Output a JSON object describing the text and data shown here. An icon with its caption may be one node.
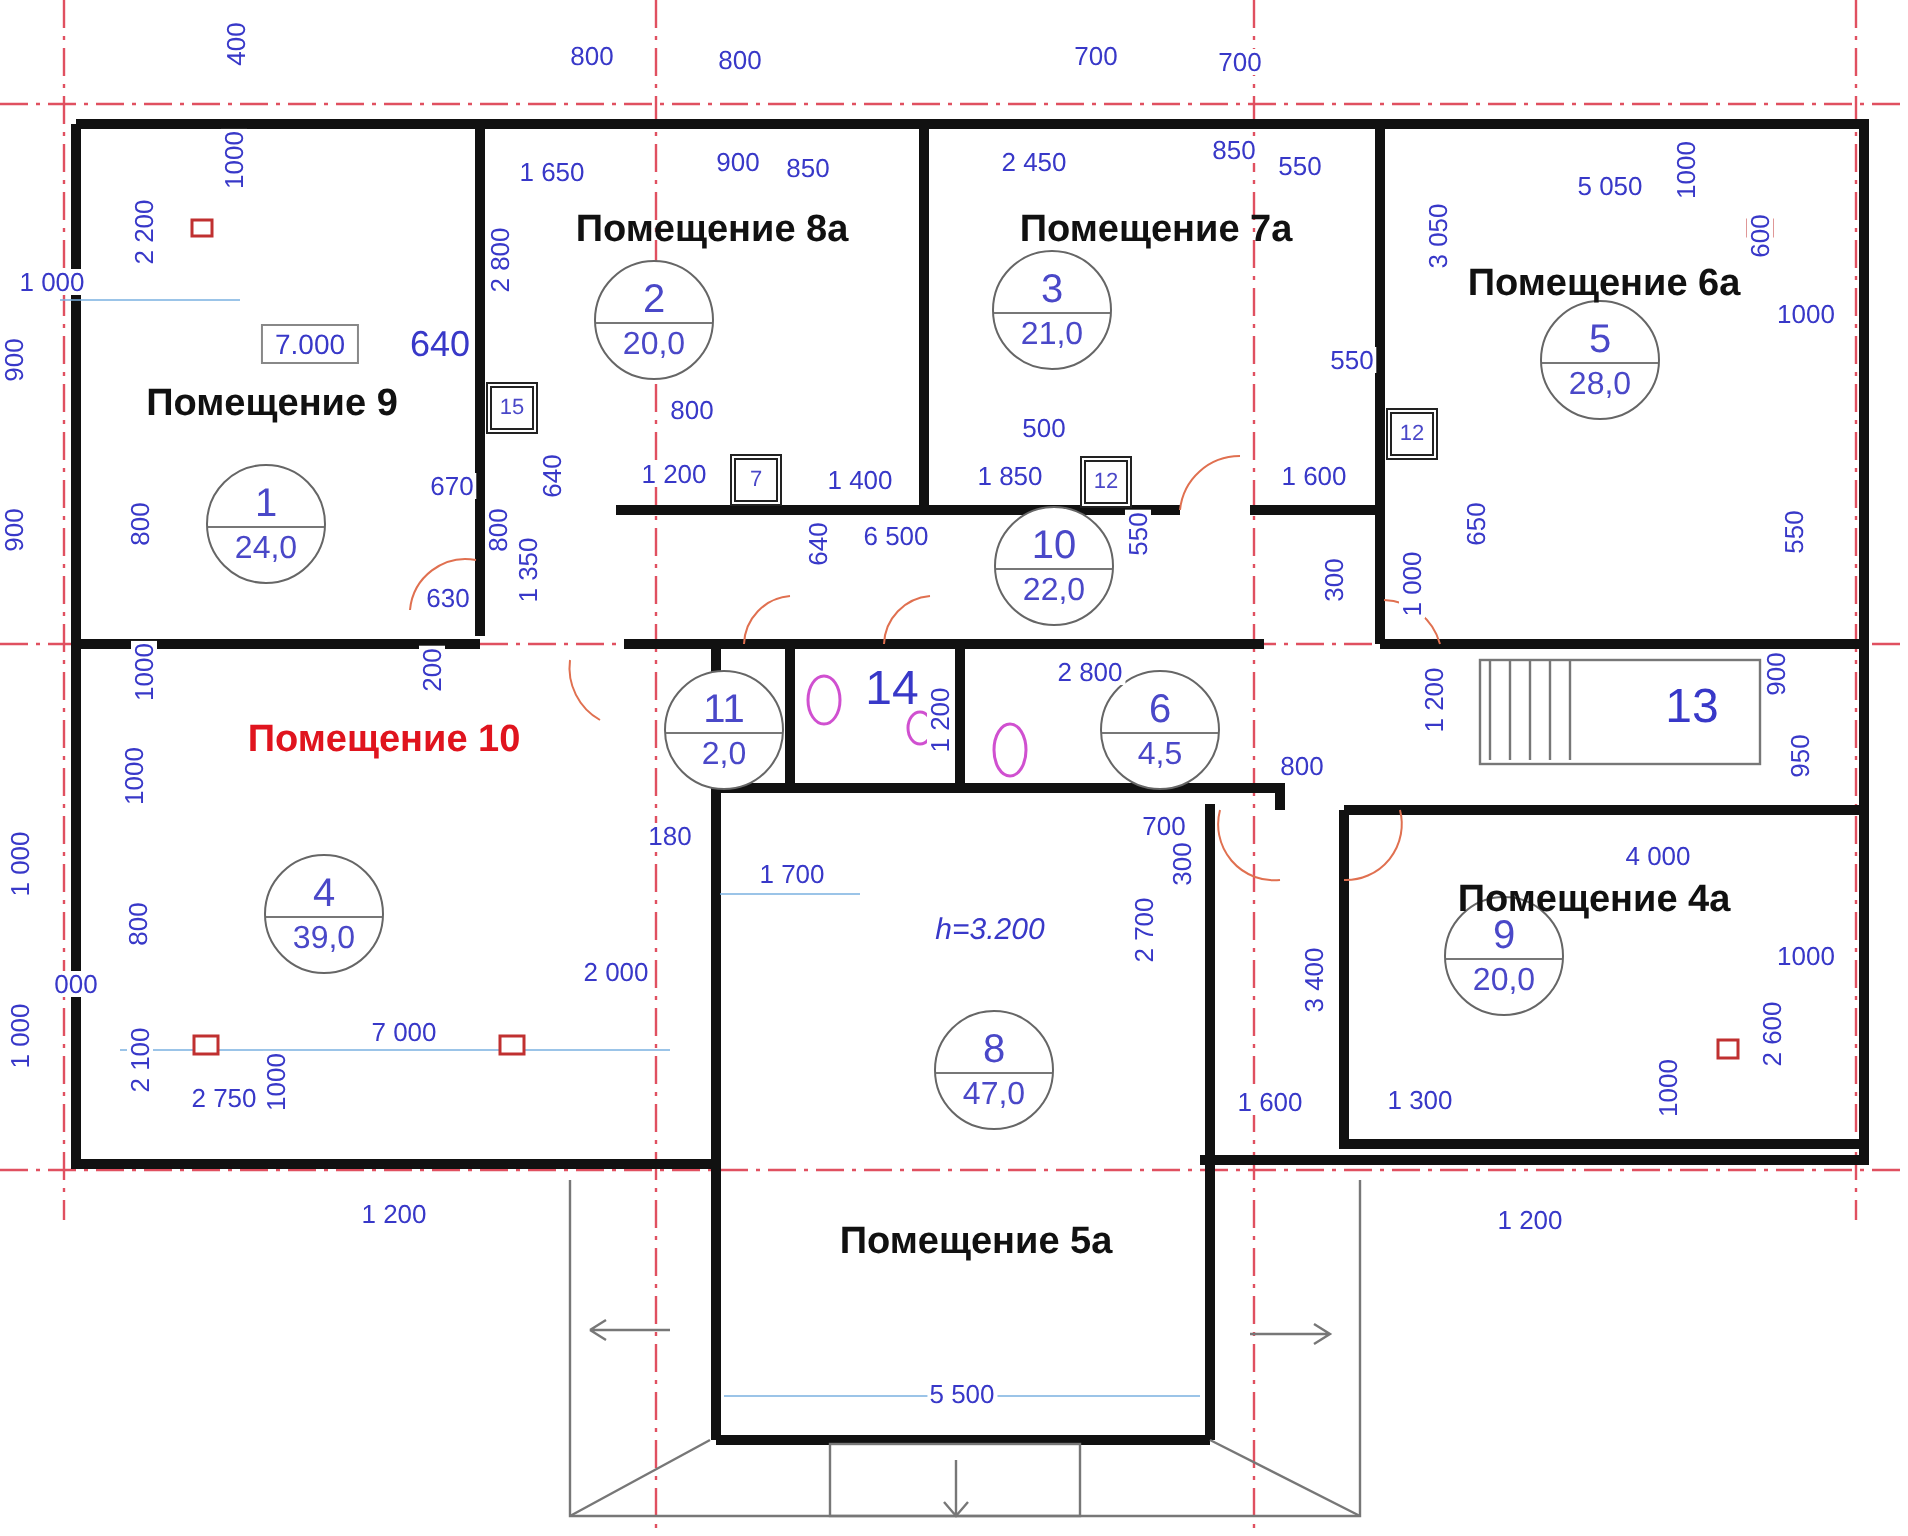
{
  "diagram": {
    "nodes": [
      {
        "text": [
          "1",
          "24,0"
        ]
      },
      {
        "text": [
          "2",
          "20,0"
        ]
      },
      {
        "text": [
          "3",
          "21,0"
        ]
      },
      {
        "text": [
          "5",
          "28,0"
        ]
      },
      {
        "text": [
          "15"
        ]
      },
      {
        "text": [
          "7"
        ]
      },
      {
        "text": [
          "12"
        ]
      },
      {
        "text": [
          "12"
        ]
      },
      {
        "text": [
          "10",
          "22,0"
        ]
      },
      {
        "text": [
          "11",
          "2,0"
        ]
      },
      {
        "text": [
          "6",
          "4,5"
        ]
      },
      {
        "text": [
          "4",
          "39,0"
        ]
      },
      {
        "text": [
          "8",
          "47,0"
        ]
      },
      {
        "text": [
          "9",
          "20,0"
        ]
      }
    ],
    "labels": [
      "400",
      "800",
      "800",
      "700",
      "700",
      "1000",
      "2 200",
      "1 650",
      "900",
      "850",
      "2 450",
      "850",
      "550",
      "5 050",
      "1000",
      "Помещение 8а",
      "Помещение 7а",
      "3 050",
      "600",
      "Помещение 6а",
      "1 000",
      "2 800",
      "7.000",
      "640",
      "1000",
      "900",
      "550",
      "Помещение 9",
      "800",
      "500",
      "670",
      "640",
      "1 200",
      "1 400",
      "1 850",
      "1 600",
      "900",
      "800",
      "800",
      "1 350",
      "640",
      "6 500",
      "550",
      "650",
      "550",
      "630",
      "300",
      "1 000",
      "1000",
      "200",
      "2 800",
      "14",
      "1 200",
      "1 200",
      "13",
      "900",
      "Помещение 10",
      "950",
      "1000",
      "800",
      "1 000",
      "180",
      "700",
      "300",
      "1 700",
      "4 000",
      "Помещение 4а",
      "h=3.200",
      "2 700",
      "3 400",
      "800",
      "1000",
      "2 000",
      "000",
      "1 000",
      "7 000",
      "2 100",
      "2 600",
      "2 750",
      "1000",
      "1000",
      "1 600",
      "1 300",
      "1 200",
      "1 200",
      "Помещение 5а",
      "5 500"
    ]
  }
}
